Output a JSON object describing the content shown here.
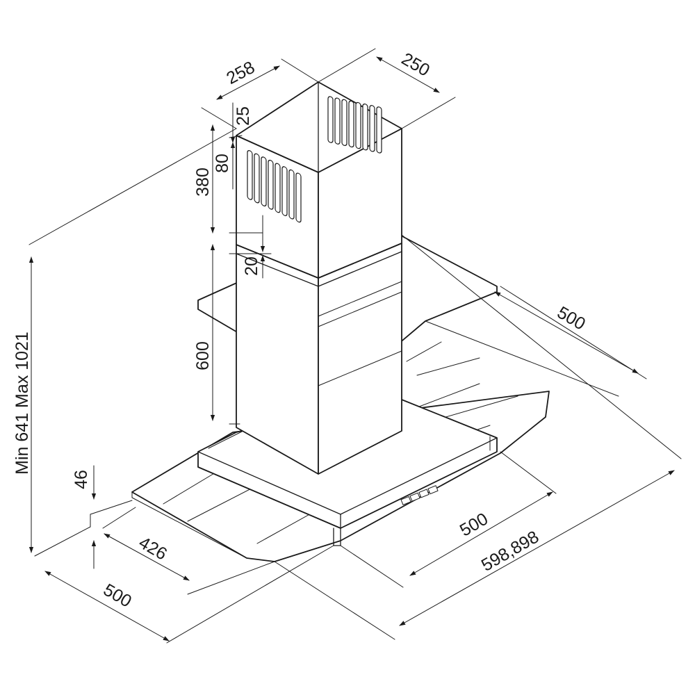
{
  "dimensions": {
    "chimney_width": "258",
    "chimney_depth": "250",
    "vent_top_offset": "25",
    "vent_height": "80",
    "upper_chimney_height": "380",
    "chimney_gap": "20",
    "lower_chimney_height": "600",
    "total_height": "Min 641 Max 1021",
    "canopy_thickness": "46",
    "canopy_inner_width": "426",
    "front_depth": "500",
    "right_depth": "500",
    "right_width": "500",
    "overall_width": "598,898"
  },
  "control_panel": {
    "button_count": 4
  }
}
